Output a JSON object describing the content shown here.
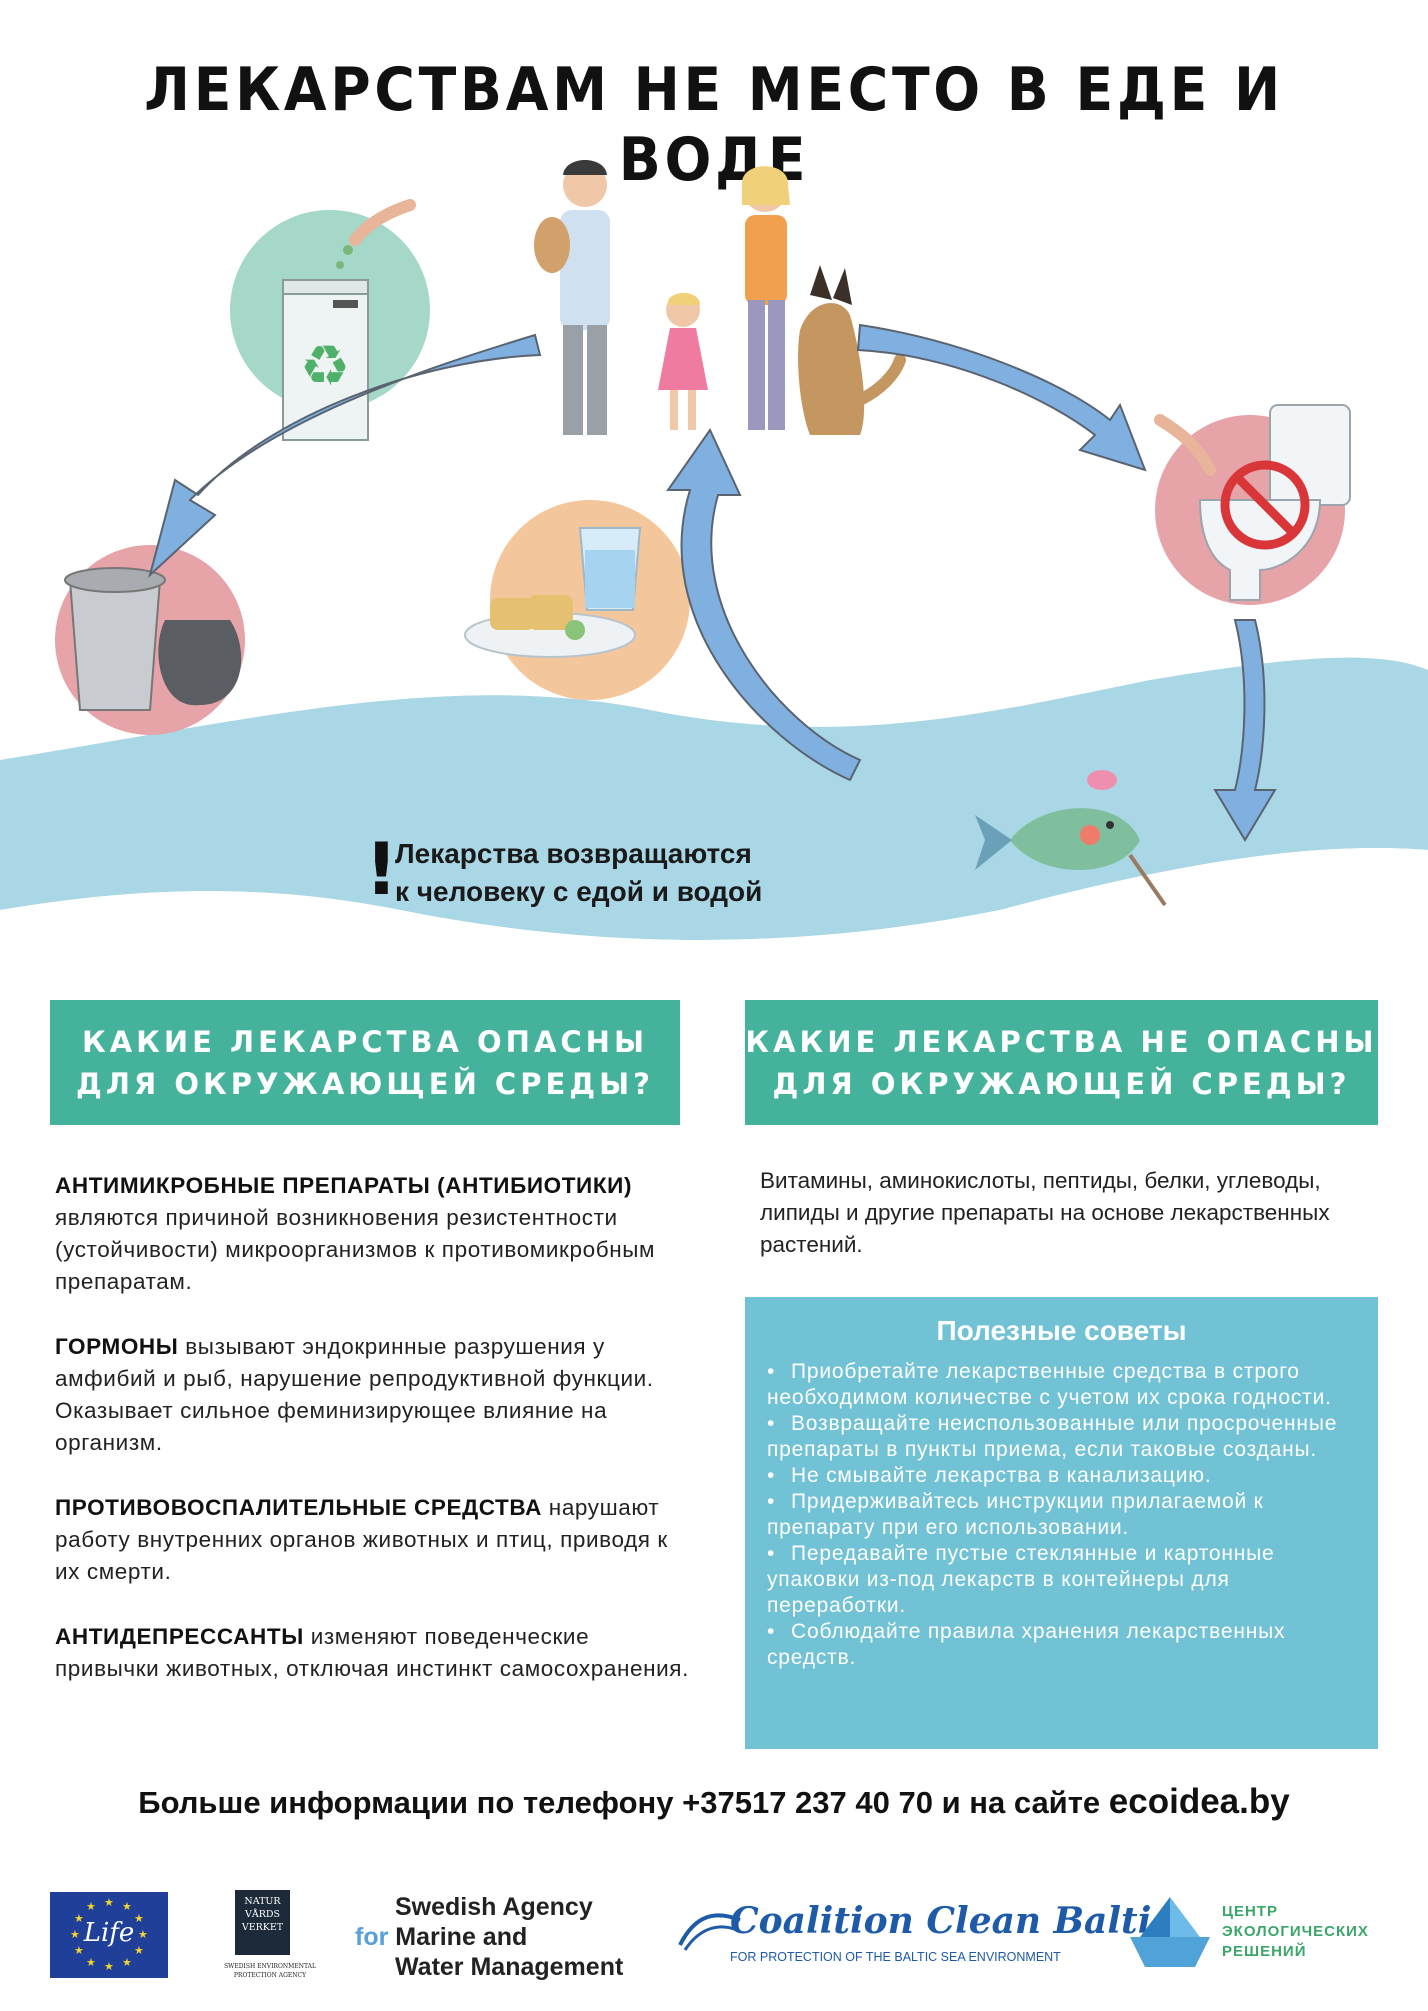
{
  "title": "ЛЕКАРСТВАМ НЕ МЕСТО В ЕДЕ И ВОДЕ",
  "notice": {
    "mark": "!",
    "line1": "Лекарства возвращаются",
    "line2": "к человеку с едой и водой"
  },
  "dangerous": {
    "heading_line1": "КАКИЕ ЛЕКАРСТВА ОПАСНЫ",
    "heading_line2": "ДЛЯ ОКРУЖАЮЩЕЙ СРЕДЫ?",
    "items": [
      {
        "term": "АНТИМИКРОБНЫЕ ПРЕПАРАТЫ (АНТИБИОТИКИ)",
        "text": " являются причиной возникновения резистентности (устойчивости) микроорганизмов к противомикробным препаратам."
      },
      {
        "term": "ГОРМОНЫ",
        "text": " вызывают эндокринные разрушения у амфибий и рыб, нарушение репродуктивной функции. Оказывает сильное феминизирующее влияние на организм."
      },
      {
        "term": "ПРОТИВОВОСПАЛИТЕЛЬНЫЕ СРЕДСТВА",
        "text": " нарушают работу внутренних органов животных и птиц, приводя к их смерти."
      },
      {
        "term": "АНТИДЕПРЕССАНТЫ",
        "text": " изменяют поведенческие привычки животных, отключая инстинкт самосохранения."
      }
    ]
  },
  "safe": {
    "heading_line1": "КАКИЕ ЛЕКАРСТВА НЕ ОПАСНЫ",
    "heading_line2": "ДЛЯ ОКРУЖАЮЩЕЙ СРЕДЫ?",
    "text": "Витамины, аминокислоты, пептиды, белки, углеводы, липиды и другие препараты на основе лекарственных растений."
  },
  "tips": {
    "title": "Полезные советы",
    "bullet": "•",
    "items": [
      "Приобретайте лекарственные средства в строго необходимом количестве с учетом их срока годности.",
      "Возвращайте неиспользованные или просроченные препараты в пункты приема, если таковые созданы.",
      "Не смывайте лекарства в канализацию.",
      "Придерживайтесь инструкции прилагаемой к препарату при его использовании.",
      "Передавайте пустые стеклянные и картонные упаковки из-под лекарств в контейнеры для переработки.",
      "Соблюдайте правила хранения лекарственных средств."
    ]
  },
  "contact": {
    "text": "Больше информации по телефону +37517 237 40 70 и на сайте ",
    "site": "ecoidea.by"
  },
  "logos": {
    "life": "Life",
    "natur_l1": "NATUR",
    "natur_l2": "VÅRDS",
    "natur_l3": "VERKET",
    "natur_sub1": "SWEDISH ENVIRONMENTAL",
    "natur_sub2": "PROTECTION AGENCY",
    "swam_l1": "Swedish Agency",
    "swam_for": "for",
    "swam_l2": "Marine and",
    "swam_l3": "Water Management",
    "ccb_name": "Coalition Clean Baltic",
    "ccb_sub": "FOR PROTECTION OF THE BALTIC SEA ENVIRONMENT",
    "cer_l1": "ЦЕНТР",
    "cer_l2": "ЭКОЛОГИЧЕСКИХ",
    "cer_l3": "РЕШЕНИЙ"
  },
  "colors": {
    "header_green": "#45b29b",
    "tips_blue": "#72c2d6",
    "wave_blue": "#a9d7e6",
    "arrow_blue": "#7fb0e0"
  }
}
